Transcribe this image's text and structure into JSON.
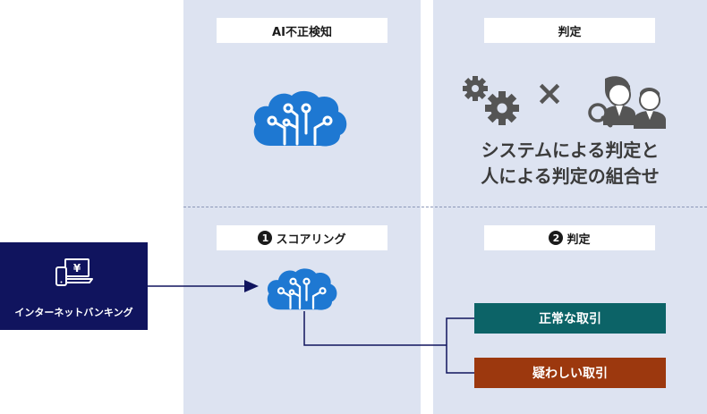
{
  "headers": {
    "ai_detection": "AI不正検知",
    "judgment_top": "判定",
    "scoring_num": "1",
    "scoring": "スコアリング",
    "judgment_num": "2",
    "judgment_bottom": "判定"
  },
  "description": {
    "line1": "システムによる判定と",
    "line2": "人による判定の組合せ"
  },
  "operator": "×",
  "source": {
    "label": "インターネットバンキング",
    "currency_symbol": "¥"
  },
  "results": {
    "normal": "正常な取引",
    "suspicious": "疑わしい取引"
  },
  "colors": {
    "navy": "#10145e",
    "brain_blue": "#1e78d2",
    "teal": "#0c6367",
    "rust": "#9c380e",
    "column_bg": "#dde3f1"
  }
}
